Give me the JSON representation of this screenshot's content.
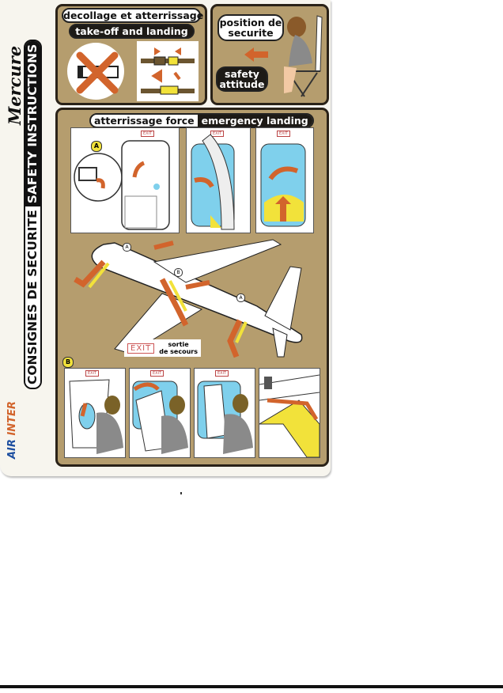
{
  "brand_signature": "Mercure",
  "side_title": {
    "fr": "CONSIGNES DE SECURITE",
    "en": "SAFETY INSTRUCTIONS"
  },
  "airline": {
    "word1": "AIR",
    "word2": "INTER"
  },
  "takeoff": {
    "fr": "decollage et atterrissage",
    "en": "take-off and landing"
  },
  "safety_position": {
    "fr": "position de securite",
    "en": "safety attitude"
  },
  "emergency": {
    "fr": "atterrissage force",
    "en": "emergency landing"
  },
  "door_labels": {
    "a": "A",
    "b": "B",
    "exit_small": "EXIT"
  },
  "exit_legend": {
    "sign": "EXIT",
    "fr_line1": "sortie",
    "fr_line2": "de secours"
  },
  "colors": {
    "tan": "#b59d6e",
    "orange": "#d2642c",
    "yellow": "#f2e23a",
    "blue": "#7fd0ec",
    "grey": "#8a8a8a"
  }
}
